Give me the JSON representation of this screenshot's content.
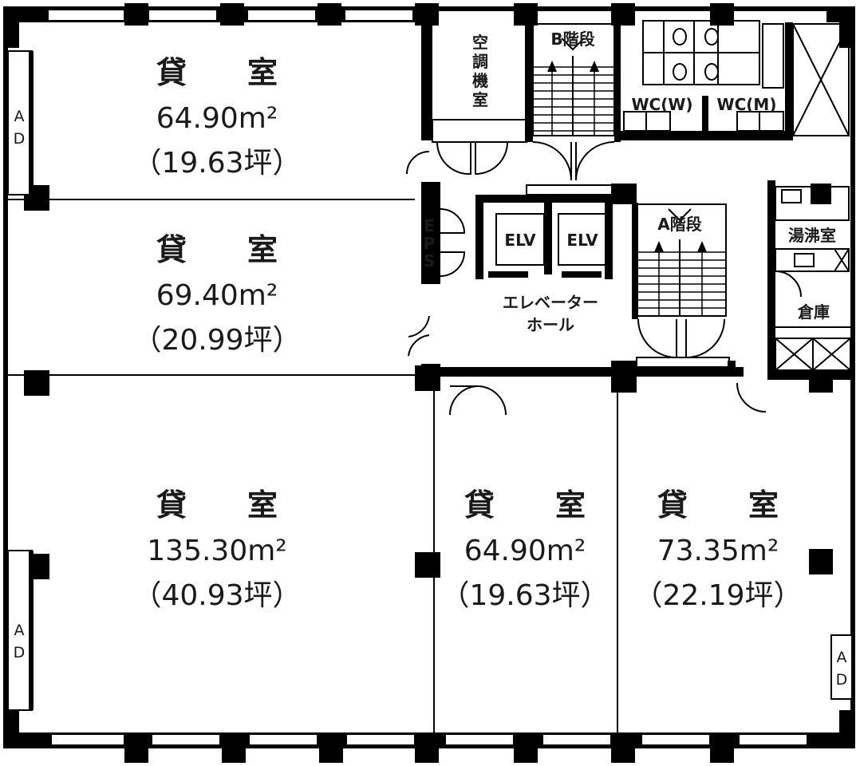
{
  "rooms": {
    "r1": {
      "label": "貸　　室",
      "area": "64.90m²",
      "tsubo": "（19.63坪）"
    },
    "r2": {
      "label": "貸　　室",
      "area": "69.40m²",
      "tsubo": "（20.99坪）"
    },
    "r3": {
      "label": "貸　　室",
      "area": "135.30m²",
      "tsubo": "（40.93坪）"
    },
    "r4": {
      "label": "貸　　室",
      "area": "64.90m²",
      "tsubo": "（19.63坪）"
    },
    "r5": {
      "label": "貸　　室",
      "area": "73.35m²",
      "tsubo": "（22.19坪）"
    }
  },
  "facilities": {
    "ac_room": [
      "空",
      "調",
      "機",
      "室"
    ],
    "stair_b": "B階段",
    "stair_a": "A階段",
    "wc_w": "WC(W)",
    "wc_m": "WC(M)",
    "elv1": "ELV",
    "elv2": "ELV",
    "eps": [
      "E",
      "P",
      "S"
    ],
    "hall_line1": "エレベーター",
    "hall_line2": "ホール",
    "kitchen": "湯沸室",
    "storage": "倉庫",
    "ad": [
      "A",
      "D"
    ]
  }
}
